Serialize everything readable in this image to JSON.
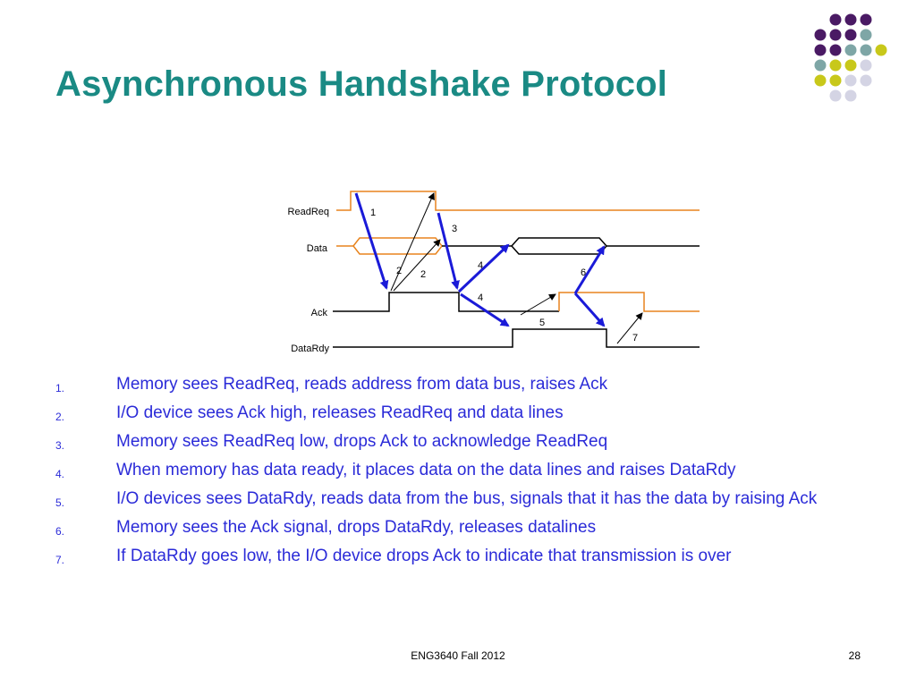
{
  "slide": {
    "title": "Asynchronous Handshake Protocol",
    "footer": "ENG3640 Fall 2012",
    "page_number": "28"
  },
  "colors": {
    "title": "#1a8a84",
    "list_text": "#2b2bd8",
    "signal_high": "#e8841e",
    "signal_low": "#000000",
    "arrow_bold": "#1a1ad8",
    "dot_purple": "#4a1a64",
    "dot_teal": "#7ea6a6",
    "dot_yellow": "#c8c81a",
    "dot_lavender": "#d4d4e4"
  },
  "diagram": {
    "signals": [
      "ReadReq",
      "Data",
      "Ack",
      "DataRdy"
    ],
    "step_labels": [
      "1",
      "2",
      "2",
      "3",
      "4",
      "4",
      "5",
      "6",
      "7"
    ]
  },
  "steps": [
    {
      "num": "1.",
      "text": "Memory sees ReadReq, reads address from data bus, raises Ack"
    },
    {
      "num": "2.",
      "text": "I/O device sees Ack high, releases ReadReq and data lines"
    },
    {
      "num": "3.",
      "text": "Memory sees ReadReq low, drops Ack to acknowledge ReadReq"
    },
    {
      "num": "4.",
      "text": "When memory has data ready, it places data on the data lines and raises DataRdy"
    },
    {
      "num": "5.",
      "text": "I/O devices sees DataRdy, reads data from the bus, signals that it has the data by raising Ack"
    },
    {
      "num": "6.",
      "text": "Memory sees the Ack signal, drops DataRdy, releases datalines"
    },
    {
      "num": "7.",
      "text": "If DataRdy goes low, the I/O device drops Ack to indicate that transmission is over"
    }
  ]
}
